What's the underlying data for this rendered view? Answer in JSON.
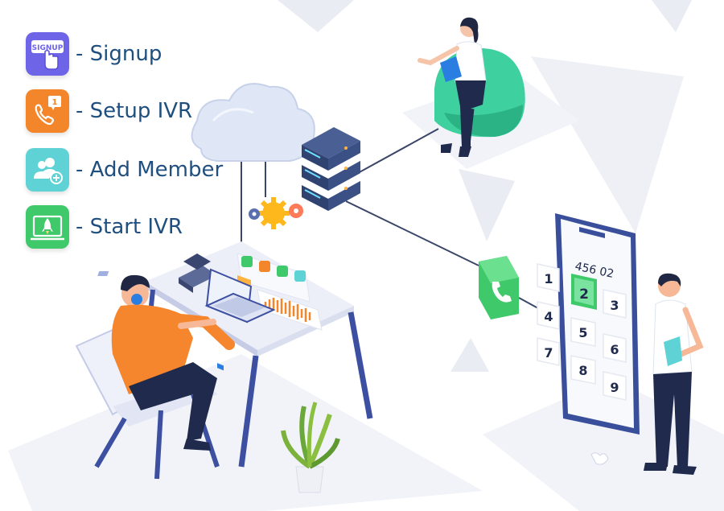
{
  "steps": [
    {
      "label": "- Signup",
      "icon": "signup-hand-icon",
      "color": "#6e64e8",
      "badge": "SIGNUP"
    },
    {
      "label": "- Setup IVR",
      "icon": "phone-notification-icon",
      "color": "#f3862b",
      "badge": "1"
    },
    {
      "label": "- Add Member",
      "icon": "add-user-icon",
      "color": "#5fd2d6"
    },
    {
      "label": "- Start IVR",
      "icon": "rocket-launch-icon",
      "color": "#3fc96b"
    }
  ],
  "phone": {
    "display": "456 02",
    "keys": [
      "1",
      "2",
      "3",
      "4",
      "5",
      "6",
      "7",
      "8",
      "9"
    ],
    "highlighted_key": "2"
  },
  "colors": {
    "text": "#1f4f7f",
    "server": "#2f4270",
    "accent_green": "#3fc96b",
    "shirt_orange": "#f5862e"
  }
}
